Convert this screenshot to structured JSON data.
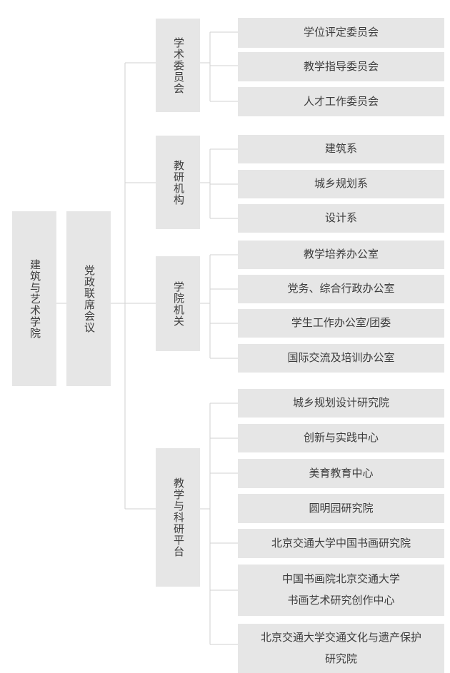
{
  "diagram": {
    "type": "org-chart",
    "root": {
      "label": "建筑与艺术学院"
    },
    "council": {
      "label": "党政联席会议"
    },
    "branches": [
      {
        "label": "学术委员会",
        "children": [
          {
            "label": "学位评定委员会"
          },
          {
            "label": "教学指导委员会"
          },
          {
            "label": "人才工作委员会"
          }
        ]
      },
      {
        "label": "教研机构",
        "children": [
          {
            "label": "建筑系"
          },
          {
            "label": "城乡规划系"
          },
          {
            "label": "设计系"
          }
        ]
      },
      {
        "label": "学院机关",
        "children": [
          {
            "label": "教学培养办公室"
          },
          {
            "label": "党务、综合行政办公室"
          },
          {
            "label": "学生工作办公室/团委"
          },
          {
            "label": "国际交流及培训办公室"
          }
        ]
      },
      {
        "label": "教学与科研平台",
        "children": [
          {
            "label": "城乡规划设计研究院"
          },
          {
            "label": "创新与实践中心"
          },
          {
            "label": "美育教育中心"
          },
          {
            "label": "圆明园研究院"
          },
          {
            "label": "北京交通大学中国书画研究院"
          },
          {
            "label": "中国书画院北京交通大学\n书画艺术研究创作中心"
          },
          {
            "label": "北京交通大学交通文化与遗产保护\n研究院"
          }
        ]
      }
    ],
    "colors": {
      "box_fill": "#e6e6e6",
      "connector": "#d2d2d2",
      "text": "#3d3d3d",
      "background": "#ffffff"
    }
  }
}
